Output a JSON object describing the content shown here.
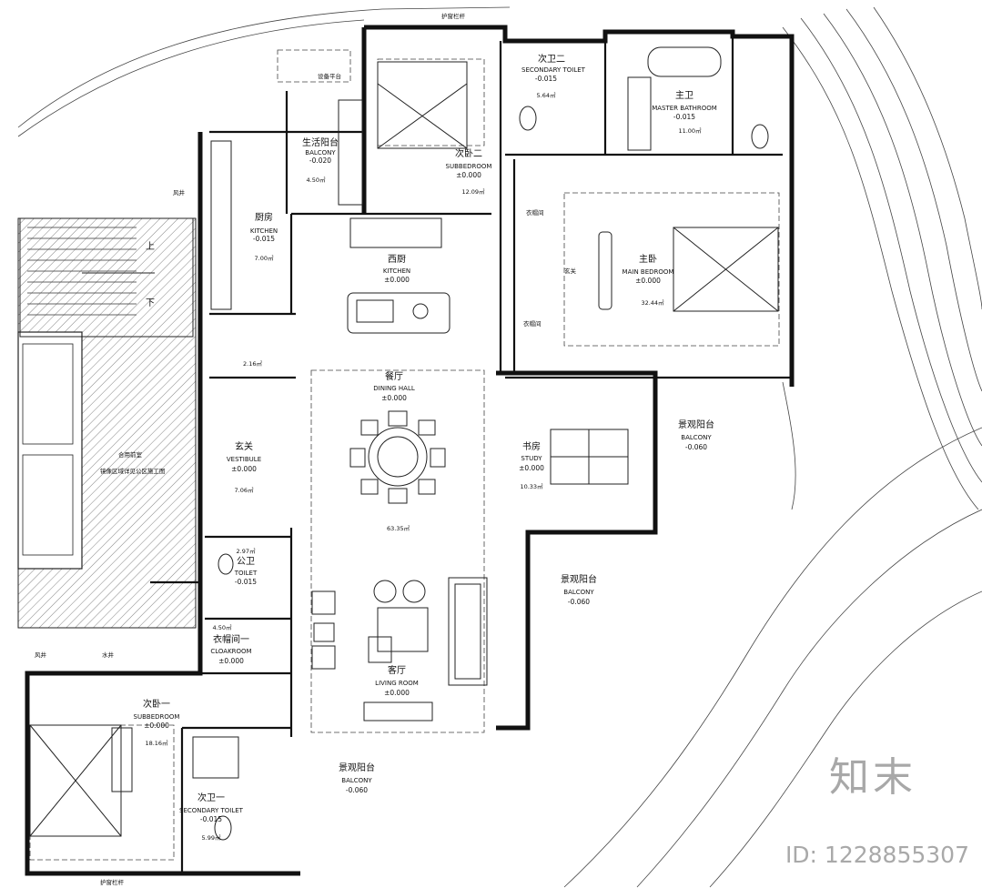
{
  "rooms": {
    "balcony_north": {
      "cn": "生活阳台",
      "en": "BALCONY",
      "el": "-0.020",
      "area": "4.50㎡"
    },
    "kitchen": {
      "cn": "厨房",
      "en": "KITCHEN",
      "el": "-0.015",
      "area": "7.00㎡"
    },
    "secondary_bedroom_2": {
      "cn": "次卧二",
      "en": "SUBBEDROOM",
      "el": "±0.000",
      "area": "12.09㎡"
    },
    "secondary_toilet_2": {
      "cn": "次卫二",
      "en": "SECONDARY TOILET",
      "el": "-0.015",
      "area": "5.64㎡"
    },
    "master_bathroom": {
      "cn": "主卫",
      "en": "MASTER BATHROOM",
      "el": "-0.015",
      "area": "11.00㎡"
    },
    "western_kitchen": {
      "cn": "西厨",
      "en": "KITCHEN",
      "el": "±0.000"
    },
    "master_bedroom": {
      "cn": "主卧",
      "en": "MAIN BEDROOM",
      "el": "±0.000",
      "area": "32.44㎡"
    },
    "dining_hall": {
      "cn": "餐厅",
      "en": "DINING HALL",
      "el": "±0.000"
    },
    "vestibule": {
      "cn": "玄关",
      "en": "VESTIBULE",
      "el": "±0.000",
      "area": "7.06㎡"
    },
    "study": {
      "cn": "书房",
      "en": "STUDY",
      "el": "±0.000",
      "area": "10.33㎡"
    },
    "balcony_east": {
      "cn": "景观阳台",
      "en": "BALCONY",
      "el": "-0.060"
    },
    "balcony_mid": {
      "cn": "景观阳台",
      "en": "BALCONY",
      "el": "-0.060"
    },
    "public_toilet": {
      "cn": "公卫",
      "en": "TOILET",
      "el": "-0.015",
      "area": "2.97㎡"
    },
    "cloakroom": {
      "cn": "衣帽间一",
      "en": "CLOAKROOM",
      "el": "±0.000",
      "area": "4.50㎡"
    },
    "living_room": {
      "cn": "客厅",
      "en": "LIVING ROOM",
      "el": "±0.000"
    },
    "secondary_bedroom_1": {
      "cn": "次卧一",
      "en": "SUBBEDROOM",
      "el": "±0.000",
      "area": "18.16㎡"
    },
    "secondary_toilet_1": {
      "cn": "次卫一",
      "en": "SECONDARY TOILET",
      "el": "-0.015",
      "area": "5.99㎡"
    },
    "balcony_south": {
      "cn": "景观阳台",
      "en": "BALCONY",
      "el": "-0.060"
    }
  },
  "small_labels": {
    "stair_up": "上",
    "stair_down": "下",
    "wind_shaft_1": "风井",
    "wind_shaft_2": "风井",
    "water_shaft": "水井",
    "closet_1": "衣帽间",
    "closet_2": "衣帽间",
    "entry_bed": "玄关",
    "public_area": "合用前室",
    "public_note": "镜像区域详见公区施工图",
    "rail_top": "护窗栏杆",
    "rail_bottom": "护窗栏杆",
    "ac_platform": "设备平台",
    "niche_area": "2.16㎡",
    "dining_area": "63.35㎡"
  },
  "watermark": {
    "logo": "知末",
    "id": "ID: 1228855307"
  },
  "colors": {
    "wall": "#111111",
    "line": "#222222",
    "hatch": "#555555",
    "watermark": "#a8a8a8"
  }
}
